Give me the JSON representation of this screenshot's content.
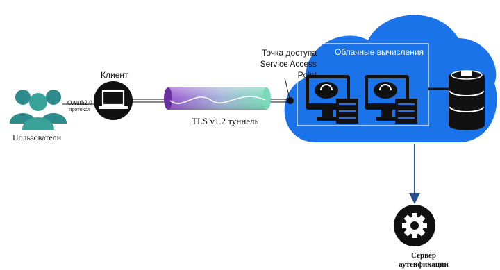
{
  "diagram": {
    "users_label": "Пользователи",
    "oauth_line1": "OAuth2.0",
    "oauth_line2": "протокол",
    "client_label": "Клиент",
    "tunnel_label": "TLS v1.2 туннель",
    "access_point": {
      "line1": "Точка доступа",
      "line2": "Service Access",
      "line3": "Point"
    },
    "cloud_label": "Облачные вычисления",
    "auth_server": {
      "line1": "Сервер",
      "line2": "аутенфикации"
    }
  },
  "icons": {
    "users": "users-group-icon",
    "client": "laptop-icon",
    "tunnel": "tls-tunnel-cylinder",
    "access_point": "access-point-dot",
    "cloud": "cloud-shape",
    "server": "cloud-server-icon",
    "database": "database-icon",
    "auth": "gear-icon"
  },
  "colors": {
    "users": "#2e8b8b",
    "cloud": "#1a73e8",
    "cloud_box_border": "#ffffff",
    "tunnel_left": "#a66bd8",
    "tunnel_right": "#7bd8b8",
    "arrow": "#2b4f8e",
    "dark": "#111111"
  }
}
